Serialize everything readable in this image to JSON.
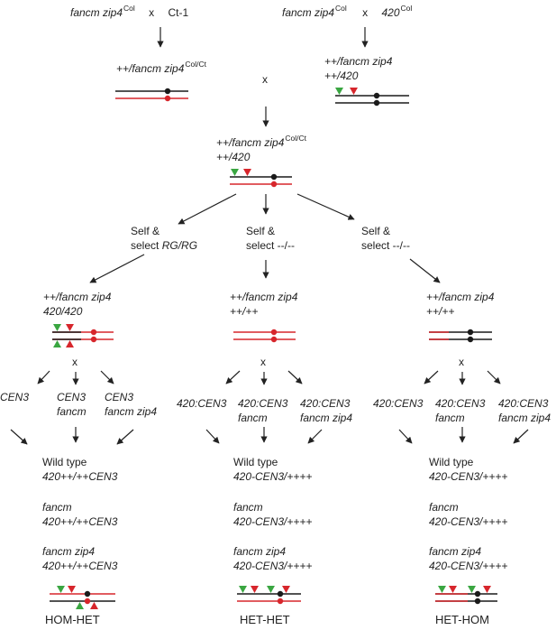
{
  "cross1": {
    "parent_a": "fancm zip4",
    "parent_a_sup": "Col",
    "cross_sign": "x",
    "parent_b": "Ct-1"
  },
  "cross2": {
    "parent_a": "fancm zip4",
    "parent_a_sup": "Col",
    "cross_sign": "x",
    "parent_b": "420",
    "parent_b_sup": "Col"
  },
  "f1_left": {
    "line1": "++/fancm zip4",
    "line1_sup": "Col/Ct"
  },
  "f1_right": {
    "line1": "++/fancm zip4",
    "line2": "++/420"
  },
  "middle_cross_sign": "x",
  "hybrid": {
    "line1": "++/fancm zip4",
    "line1_sup": "Col/Ct",
    "line2": "++/420"
  },
  "selections": {
    "left": {
      "line1": "Self &",
      "line2_prefix": "select ",
      "line2_italic": "RG/RG"
    },
    "middle": {
      "line1": "Self &",
      "line2": "select --/--"
    },
    "right": {
      "line1": "Self &",
      "line2": "select --/--"
    }
  },
  "columns": [
    {
      "genotype_line1": "++/fancm zip4",
      "genotype_line2": "420/420",
      "cross_sign": "x",
      "partners": [
        {
          "line1": "CEN3",
          "line2": ""
        },
        {
          "line1": "CEN3",
          "line2": "fancm"
        },
        {
          "line1": "CEN3",
          "line2": "fancm zip4"
        }
      ],
      "results": [
        {
          "name": "Wild type",
          "genotype": "420++/++CEN3"
        },
        {
          "name": "fancm",
          "genotype": "420++/++CEN3"
        },
        {
          "name": "fancm zip4",
          "genotype": "420++/++CEN3"
        }
      ],
      "label": "HOM-HET"
    },
    {
      "genotype_line1": "++/fancm zip4",
      "genotype_line2": "++/++",
      "cross_sign": "x",
      "partners": [
        {
          "line1": "420:CEN3",
          "line2": ""
        },
        {
          "line1": "420:CEN3",
          "line2": "fancm"
        },
        {
          "line1": "420:CEN3",
          "line2": "fancm zip4"
        }
      ],
      "results": [
        {
          "name": "Wild type",
          "genotype": "420-CEN3/++++"
        },
        {
          "name": "fancm",
          "genotype": "420-CEN3/++++"
        },
        {
          "name": "fancm zip4",
          "genotype": "420-CEN3/++++"
        }
      ],
      "label": "HET-HET"
    },
    {
      "genotype_line1": "++/fancm zip4",
      "genotype_line2": "++/++",
      "cross_sign": "x",
      "partners": [
        {
          "line1": "420:CEN3",
          "line2": ""
        },
        {
          "line1": "420:CEN3",
          "line2": "fancm"
        },
        {
          "line1": "420:CEN3",
          "line2": "fancm zip4"
        }
      ],
      "results": [
        {
          "name": "Wild type",
          "genotype": "420-CEN3/++++"
        },
        {
          "name": "fancm",
          "genotype": "420-CEN3/++++"
        },
        {
          "name": "fancm zip4",
          "genotype": "420-CEN3/++++"
        }
      ],
      "label": "HET-HOM"
    }
  ],
  "colors": {
    "red_chromosome": "#d7262c",
    "black_chromosome": "#1a1a1a",
    "green_marker": "#3aa641",
    "red_marker": "#d7262c",
    "arrow": "#222222"
  }
}
